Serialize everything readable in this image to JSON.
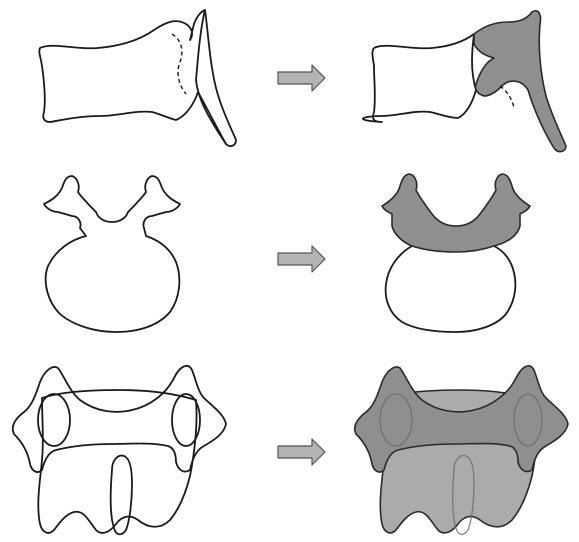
{
  "figure": {
    "rows": [
      {
        "view": "lateral"
      },
      {
        "view": "axial"
      },
      {
        "view": "posterior"
      }
    ],
    "colors": {
      "outline": "#1a1a1a",
      "shaded_region": "#8f8f8f",
      "arrow_fill": "#b4b4b4",
      "background": "#ffffff"
    },
    "icons": [
      "right-arrow-icon"
    ]
  }
}
